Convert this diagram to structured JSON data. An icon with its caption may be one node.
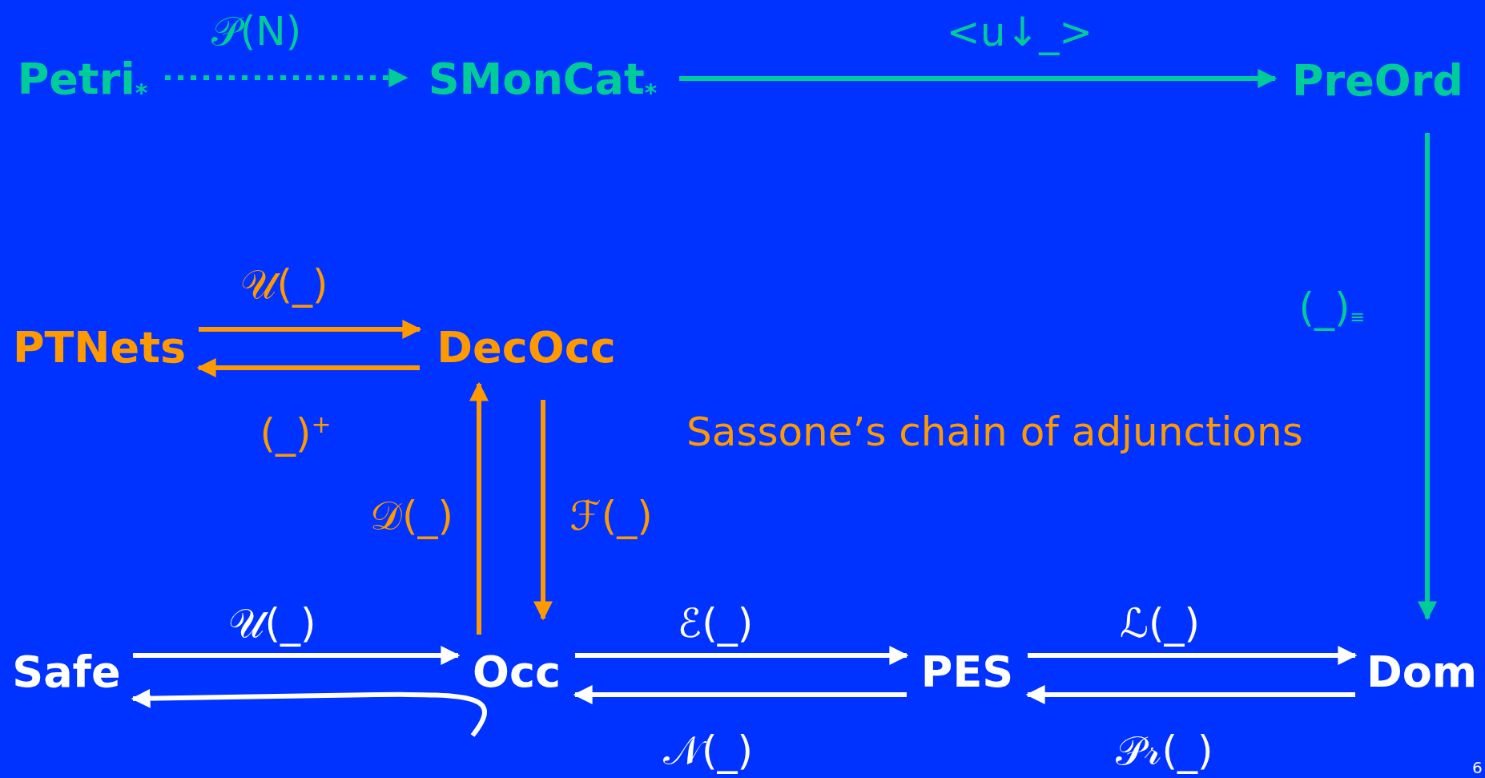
{
  "diagram": {
    "nodes": [
      {
        "text": [
          "Petri$_{*}$"
        ]
      },
      {
        "text": [
          "SMonCat$_{*}$"
        ]
      },
      {
        "text": [
          "PreOrd"
        ]
      },
      {
        "text": [
          "PTNets"
        ]
      },
      {
        "text": [
          "DecOcc"
        ]
      },
      {
        "text": [
          "Safe"
        ]
      },
      {
        "text": [
          "Occ"
        ]
      },
      {
        "text": [
          "PES"
        ]
      },
      {
        "text": [
          "Dom"
        ]
      }
    ],
    "edges": [
      {
        "from": 0,
        "to": 1,
        "arrow": "to",
        "label": "𝒫(N)",
        "style": "dashed",
        "color": "#00cc99"
      },
      {
        "from": 1,
        "to": 2,
        "arrow": "to",
        "label": "<u↓_>",
        "color": "#00cc99"
      },
      {
        "from": 2,
        "to": 8,
        "arrow": "to",
        "label": "(_)$_{≡}$",
        "color": "#00cc99"
      },
      {
        "from": 3,
        "to": 4,
        "arrow": "to",
        "label": "𝒰(_)",
        "color": "#ff9900"
      },
      {
        "from": 4,
        "to": 3,
        "arrow": "to",
        "label": "(_)$^{+}$",
        "color": "#ff9900"
      },
      {
        "from": 6,
        "to": 4,
        "arrow": "to",
        "label": "𝒟(_)",
        "color": "#ff9900"
      },
      {
        "from": 4,
        "to": 6,
        "arrow": "to",
        "label": "ℱ(_)",
        "color": "#ff9900"
      },
      {
        "from": 5,
        "to": 6,
        "arrow": "to",
        "label": "𝒰(_)"
      },
      {
        "from": 6,
        "to": 5,
        "arrow": "to"
      },
      {
        "from": 6,
        "to": 7,
        "arrow": "to",
        "label": "ℰ(_)"
      },
      {
        "from": 7,
        "to": 6,
        "arrow": "to",
        "label": "𝒩(_)"
      },
      {
        "from": 7,
        "to": 8,
        "arrow": "to",
        "label": "ℒ(_)"
      },
      {
        "from": 8,
        "to": 7,
        "arrow": "to",
        "label": "𝒫𝓇(_)"
      }
    ],
    "labels": [
      "Sassone’s chain of adjunctions",
      "6"
    ]
  }
}
